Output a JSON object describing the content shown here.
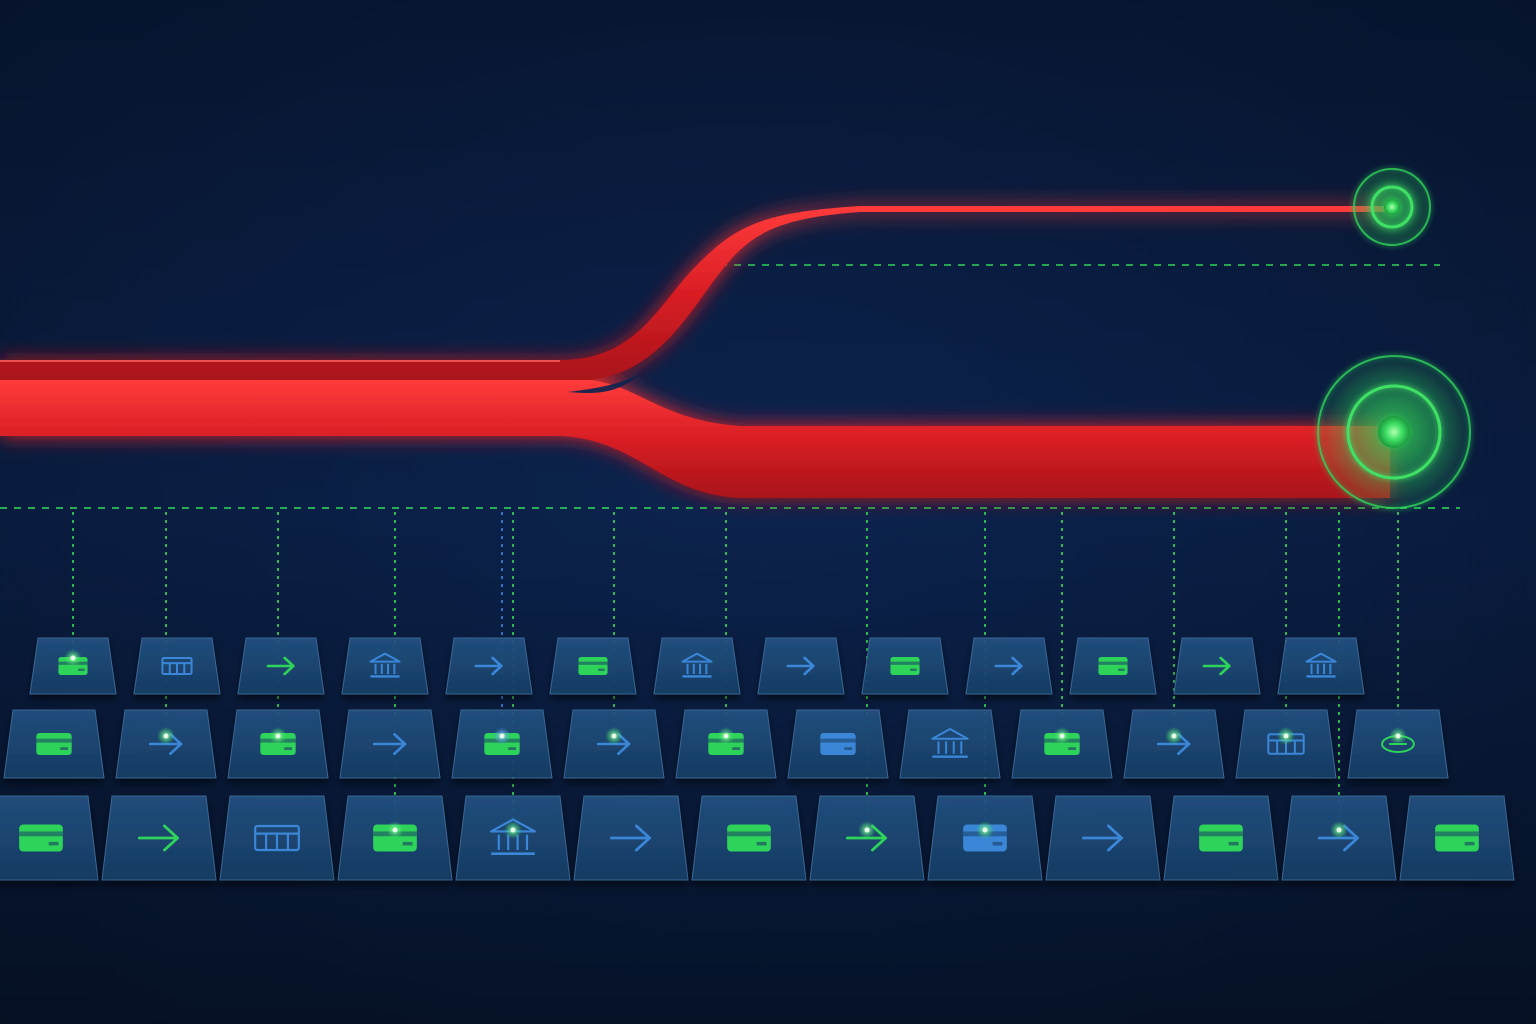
{
  "colors": {
    "background_top": "#0a1c40",
    "background_mid": "#0c2450",
    "background_bottom": "#081836",
    "stream": "#d81e24",
    "stream_highlight": "#ff4a4a",
    "accent_green": "#2fd35a",
    "accent_blue": "#3a86d6",
    "tile_fill": "#1e4a78",
    "tile_edge": "#3d6d9c"
  },
  "streams": [
    {
      "name": "upper-branch",
      "endpoint": "small-target"
    },
    {
      "name": "lower-branch",
      "endpoint": "large-target"
    }
  ],
  "tile_rows": [
    [
      {
        "icon": "card-icon",
        "tone": "green"
      },
      {
        "icon": "register-icon",
        "tone": "blue"
      },
      {
        "icon": "arrow-right-icon",
        "tone": "green"
      },
      {
        "icon": "bank-icon",
        "tone": "blue"
      },
      {
        "icon": "arrow-right-icon",
        "tone": "blue"
      },
      {
        "icon": "card-icon",
        "tone": "green"
      },
      {
        "icon": "bank-icon",
        "tone": "blue"
      },
      {
        "icon": "arrow-right-icon",
        "tone": "blue"
      },
      {
        "icon": "card-icon",
        "tone": "green"
      },
      {
        "icon": "arrow-right-icon",
        "tone": "blue"
      },
      {
        "icon": "card-icon",
        "tone": "green"
      },
      {
        "icon": "arrow-right-icon",
        "tone": "green"
      },
      {
        "icon": "bank-icon",
        "tone": "blue"
      }
    ],
    [
      {
        "icon": "card-icon",
        "tone": "green"
      },
      {
        "icon": "arrow-right-icon",
        "tone": "blue"
      },
      {
        "icon": "card-icon",
        "tone": "green"
      },
      {
        "icon": "arrow-right-icon",
        "tone": "blue"
      },
      {
        "icon": "card-icon",
        "tone": "green"
      },
      {
        "icon": "arrow-right-icon",
        "tone": "blue"
      },
      {
        "icon": "card-icon",
        "tone": "green"
      },
      {
        "icon": "card-icon",
        "tone": "blue"
      },
      {
        "icon": "bank-icon",
        "tone": "blue"
      },
      {
        "icon": "card-icon",
        "tone": "green"
      },
      {
        "icon": "arrow-right-icon",
        "tone": "blue"
      },
      {
        "icon": "register-icon",
        "tone": "blue"
      },
      {
        "icon": "coin-icon",
        "tone": "green"
      }
    ],
    [
      {
        "icon": "card-icon",
        "tone": "green"
      },
      {
        "icon": "arrow-right-icon",
        "tone": "green"
      },
      {
        "icon": "register-icon",
        "tone": "blue"
      },
      {
        "icon": "card-icon",
        "tone": "green"
      },
      {
        "icon": "bank-icon",
        "tone": "blue"
      },
      {
        "icon": "arrow-right-icon",
        "tone": "blue"
      },
      {
        "icon": "card-icon",
        "tone": "green"
      },
      {
        "icon": "arrow-right-icon",
        "tone": "green"
      },
      {
        "icon": "card-icon",
        "tone": "blue"
      },
      {
        "icon": "arrow-right-icon",
        "tone": "blue"
      },
      {
        "icon": "card-icon",
        "tone": "green"
      },
      {
        "icon": "arrow-right-icon",
        "tone": "blue"
      },
      {
        "icon": "card-icon",
        "tone": "green"
      }
    ]
  ],
  "connectors": [
    {
      "row": 0,
      "col": 0,
      "tone": "green"
    },
    {
      "row": 1,
      "col": 1,
      "tone": "green"
    },
    {
      "row": 1,
      "col": 2,
      "tone": "green"
    },
    {
      "row": 2,
      "col": 3,
      "tone": "green"
    },
    {
      "row": 2,
      "col": 4,
      "tone": "green"
    },
    {
      "row": 1,
      "col": 4,
      "tone": "blue"
    },
    {
      "row": 1,
      "col": 5,
      "tone": "green"
    },
    {
      "row": 1,
      "col": 6,
      "tone": "green"
    },
    {
      "row": 2,
      "col": 7,
      "tone": "green"
    },
    {
      "row": 2,
      "col": 8,
      "tone": "green"
    },
    {
      "row": 1,
      "col": 9,
      "tone": "green"
    },
    {
      "row": 1,
      "col": 10,
      "tone": "green"
    },
    {
      "row": 1,
      "col": 11,
      "tone": "green"
    },
    {
      "row": 2,
      "col": 11,
      "tone": "green"
    },
    {
      "row": 1,
      "col": 12,
      "tone": "green"
    }
  ]
}
